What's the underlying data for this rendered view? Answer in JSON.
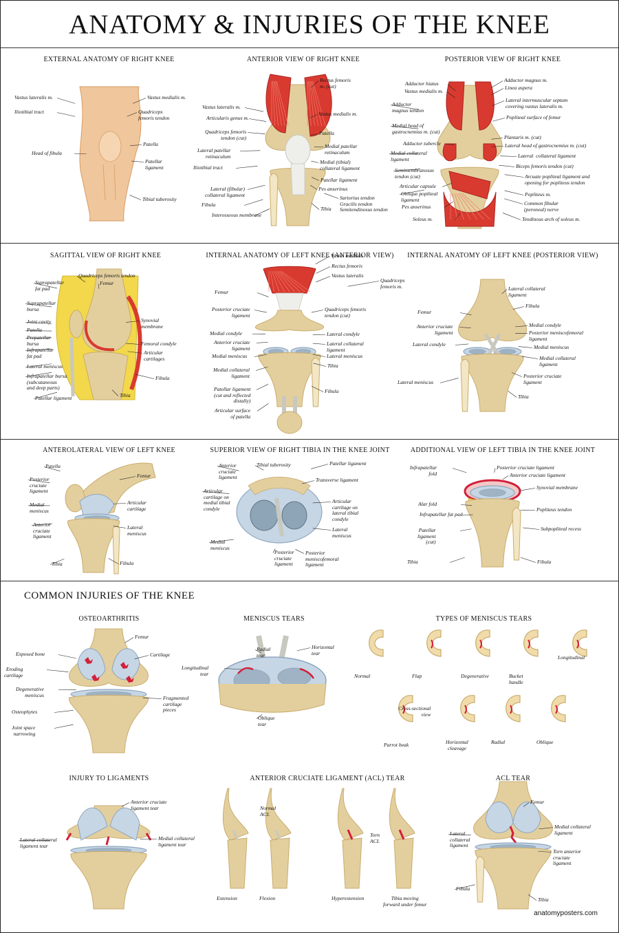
{
  "title": "ANATOMY & INJURIES OF THE KNEE",
  "footer": "anatomyposters.com",
  "injuries_heading": "COMMON INJURIES OF THE KNEE",
  "panels": [
    {
      "title": "EXTERNAL ANATOMY OF RIGHT KNEE",
      "labels": [
        "Vastus lateralis m.",
        "Iliotibial tract",
        "Head of fibula",
        "Vastus medialis m.",
        "Quadriceps\nfemoris tendon",
        "Patella",
        "Patellar\nligament",
        "Tibial tuberosity"
      ]
    },
    {
      "title": "ANTERIOR  VIEW OF RIGHT KNEE",
      "labels": [
        "Vastus lateralis m.",
        "Articularis genus m.",
        "Quadriceps femoris\ntendon (cut)",
        "Lateral patellar\nretinaculum",
        "Iliotibial tract",
        "Lateral (fibular)\ncollateral ligament",
        "Fibula",
        "Interosseous membrane",
        "Rectus femoris\nm. (cut)",
        "Vastus medialis m.",
        "Patella",
        "Medial patellar\nretinaculum",
        "Medial (tibial)\ncollateral ligament",
        "Patellar ligament",
        "Pes anserinus",
        "Sartorius tendon\nGracilis tendon\nSemitendinosus tendon",
        "Tibia"
      ]
    },
    {
      "title": "POSTERIOR VIEW OF RIGHT KNEE",
      "labels": [
        "Adductor hiatus",
        "Vastus medialis m.",
        "Adductor\nmagnus tendon",
        "Medial head of\ngastrocnemius m. (cut)",
        "Adductor tubercle",
        "Medial collateral\nligament",
        "Semimembranosus\ntendon (cut)",
        "Articular capsule",
        "Oblique popliteal\nligament",
        "Pes anserinus",
        "Soleus m.",
        "Adductor magnus m.",
        "Linea aspera",
        "Lateral intermuscular septum\ncovering vastus lateralis m.",
        "Popliteal surface of femur",
        "Plantaris m. (cut)",
        "Lateral head of gastrocnemius m. (cut)",
        "Lateral  collateral ligament",
        "Biceps femoris tendon (cut)",
        "Arcuate popliteal ligament and\nopening for popliteus tendon",
        "Popliteus m.",
        "Common fibular\n(peroneal) nerve",
        "Tendinous arch of soleus m."
      ]
    },
    {
      "title": "SAGITTAL VIEW OF RIGHT KNEE",
      "labels": [
        "Suprapatellar\nfat pad",
        "Suprapatellar\nbursa",
        "Joint cavity",
        "Patella",
        "Prepatellar\nbursa",
        "Infrapatellar\nfat pad",
        "Lateral meniscus",
        "Infrapatellar bursa\n(subcutaneous\nand deep parts)",
        "Patellar ligament",
        "Quadriceps femoris tendon",
        "Femur",
        "Synovial\nmembrane",
        "Femoral condyle",
        "Articular\ncartilages",
        "Fibula",
        "Tibia"
      ]
    },
    {
      "title": "INTERNAL ANATOMY OF LEFT KNEE (ANTERIOR VIEW)",
      "labels": [
        "Femur",
        "Posterior cruciate\nligament",
        "Medial condyle",
        "Anterior cruciate\nligament",
        "Medial meniscus",
        "Medial collateral\nligament",
        "Patellar ligament\n(cut and reflected\ndistally)",
        "Articular surface\nof patella",
        "Vastus medialis",
        "Rectus femoris",
        "Vastus lateralis",
        "Quadriceps\nfemoris m.",
        "Quadriceps femoris\ntendon (cut)",
        "Lateral condyle",
        "Lateral collateral\nligament",
        "Lateral meniscus",
        "Tibia",
        "Fibula"
      ]
    },
    {
      "title": "INTERNAL ANATOMY OF LEFT KNEE (POSTERIOR VIEW)",
      "labels": [
        "Femur",
        "Anterior cruciate\nligament",
        "Lateral condyle",
        "Lateral meniscus",
        "Lateral collateral\nligament",
        "Fibula",
        "Medial condyle",
        "Posterior meniscofemoral\nligament",
        "Medial meniscus",
        "Medial collateral\nligament",
        "Posterior cruciate\nligament",
        "Tibia"
      ]
    },
    {
      "title": "ANTEROLATERAL VIEW OF LEFT KNEE",
      "labels": [
        "Patella",
        "Posterior\ncruciate\nligament",
        "Medial\nmeniscus",
        "Anterior\ncruciate\nligament",
        "Tibia",
        "Femur",
        "Articular\ncartilage",
        "Lateral\nmeniscus",
        "Fibula"
      ]
    },
    {
      "title": "SUPERIOR VIEW OF RIGHT TIBIA IN THE KNEE JOINT",
      "labels": [
        "Anterior\ncruciate\nligament",
        "Tibial tuberosity",
        "Articular\ncartilage on\nmedial tibial\ncondyle",
        "Medial\nmeniscus",
        "Posterior\ncruciate\nligament",
        "Patellar ligament",
        "Transverse ligament",
        "Articular\ncartilage on\nlateral tibial\ncondyle",
        "Lateral\nmeniscus",
        "Posterior\nmeniscofemoral\nligament"
      ]
    },
    {
      "title": "ADDITIONAL VIEW OF LEFT TIBIA IN THE KNEE JOINT",
      "labels": [
        "Infrapatellar\nfold",
        "Alar fold",
        "Infrapatellar fat pad",
        "Patellar\nligament\n(cut)",
        "Tibia",
        "Posterior cruciate ligament",
        "Anterior cruciate ligament",
        "Synovial membrane",
        "Popliteus tendon",
        "Subpopliteal recess",
        "Fibula"
      ]
    },
    {
      "title": "OSTEOARTHRITIS",
      "labels": [
        "Exposed bone",
        "Eroding\ncartilage",
        "Degenerative\nmeniscus",
        "Osteophytes",
        "Joint space\nnarrowing",
        "Femur",
        "Cartilage",
        "Fragmented\ncartilage\npieces"
      ]
    },
    {
      "title": "MENISCUS TEARS",
      "labels": [
        "Longitudinal\ntear",
        "Radial\ntear",
        "Horizontal\ntear",
        "Oblique\ntear"
      ]
    },
    {
      "title": "TYPES OF MENISCUS TEARS",
      "labels": [
        "Normal",
        "Flap",
        "Degenerative",
        "Bucket\nhandle",
        "Longitudinal",
        "Parrot beak",
        "Cross-sectional\nview",
        "Horizontal\ncleavage",
        "Radial",
        "Oblique"
      ]
    },
    {
      "title": "INJURY TO LIGAMENTS",
      "labels": [
        "Lateral collateral\nligament tear",
        "Anterior cruciate\nligament tear",
        "Medial collateral\nligament tear"
      ]
    },
    {
      "title": "ANTERIOR CRUCIATE LIGAMENT (ACL) TEAR",
      "labels": [
        "Normal\nACL",
        "Torn\nACL",
        "Extension",
        "Flexion",
        "Hyperextension",
        "Tibia moving\nforward under femur"
      ]
    },
    {
      "title": "ACL TEAR",
      "labels": [
        "Femur",
        "Lateral\ncollateral\nligament",
        "Fibula",
        "Medial collateral\nligament",
        "Torn anterior\ncruciate\nligament",
        "Tibia"
      ]
    }
  ]
}
